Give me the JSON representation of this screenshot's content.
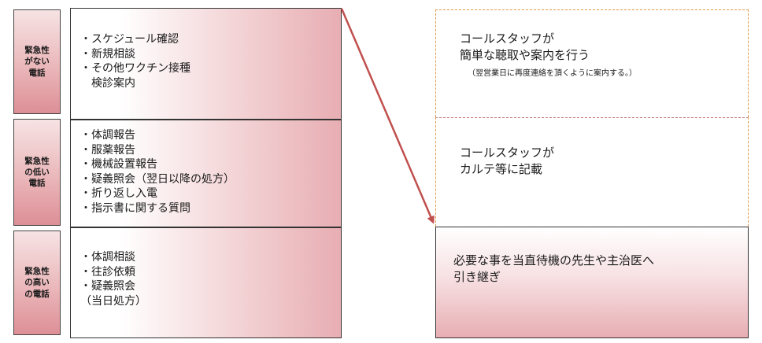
{
  "rows": [
    {
      "label_lines": [
        "緊急性",
        "がない",
        "電話"
      ],
      "items": [
        "・スケジュール確認",
        "・新規相談",
        "・その他ワクチン接種",
        "　検診案内"
      ]
    },
    {
      "label_lines": [
        "緊急性",
        "の低い",
        "電話"
      ],
      "items": [
        "・体調報告",
        "・服薬報告",
        "・機械設置報告",
        "・疑義照会（翌日以降の処方）",
        "・折り返し入電",
        "・指示書に関する質問"
      ]
    },
    {
      "label_lines": [
        "緊急性",
        "の高い",
        "の電話"
      ],
      "items": [
        "・体調相談",
        "・往診依頼",
        "・疑義照会",
        "（当日処方）"
      ]
    }
  ],
  "actions": {
    "top": {
      "lines": [
        "コールスタッフが",
        "簡単な聴取や案内を行う"
      ],
      "note": "（翌営業日に再度連絡を頂くように案内する。）"
    },
    "middle": {
      "lines": [
        "コールスタッフが",
        "カルテ等に記載"
      ]
    },
    "bottom": {
      "lines": [
        "必要な事を当直待機の先生や主治医へ",
        "引き継ぎ"
      ]
    }
  },
  "colors": {
    "arrow": "#c0504d",
    "pink": "#e7aeb3",
    "dashed_border": "#e39a4a"
  }
}
